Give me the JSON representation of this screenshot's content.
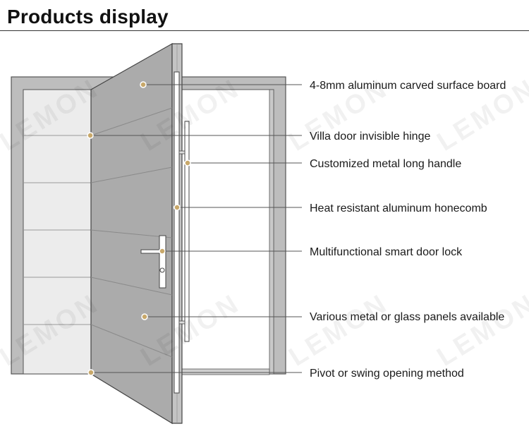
{
  "header": {
    "title": "Products display"
  },
  "watermark": {
    "text": "LEMON"
  },
  "colors": {
    "door": "#ababab",
    "frame": "#bdbdbd",
    "line": "#555555",
    "marker": "#c8a86a",
    "label": "#1a1a1a"
  },
  "callouts": [
    {
      "label": "4-8mm aluminum carved surface board"
    },
    {
      "label": "Villa door invisible hinge"
    },
    {
      "label": "Customized metal long handle"
    },
    {
      "label": "Heat resistant aluminum honecomb"
    },
    {
      "label": "Multifunctional smart door lock"
    },
    {
      "label": "Various metal or glass panels available"
    },
    {
      "label": "Pivot or swing opening method"
    }
  ]
}
